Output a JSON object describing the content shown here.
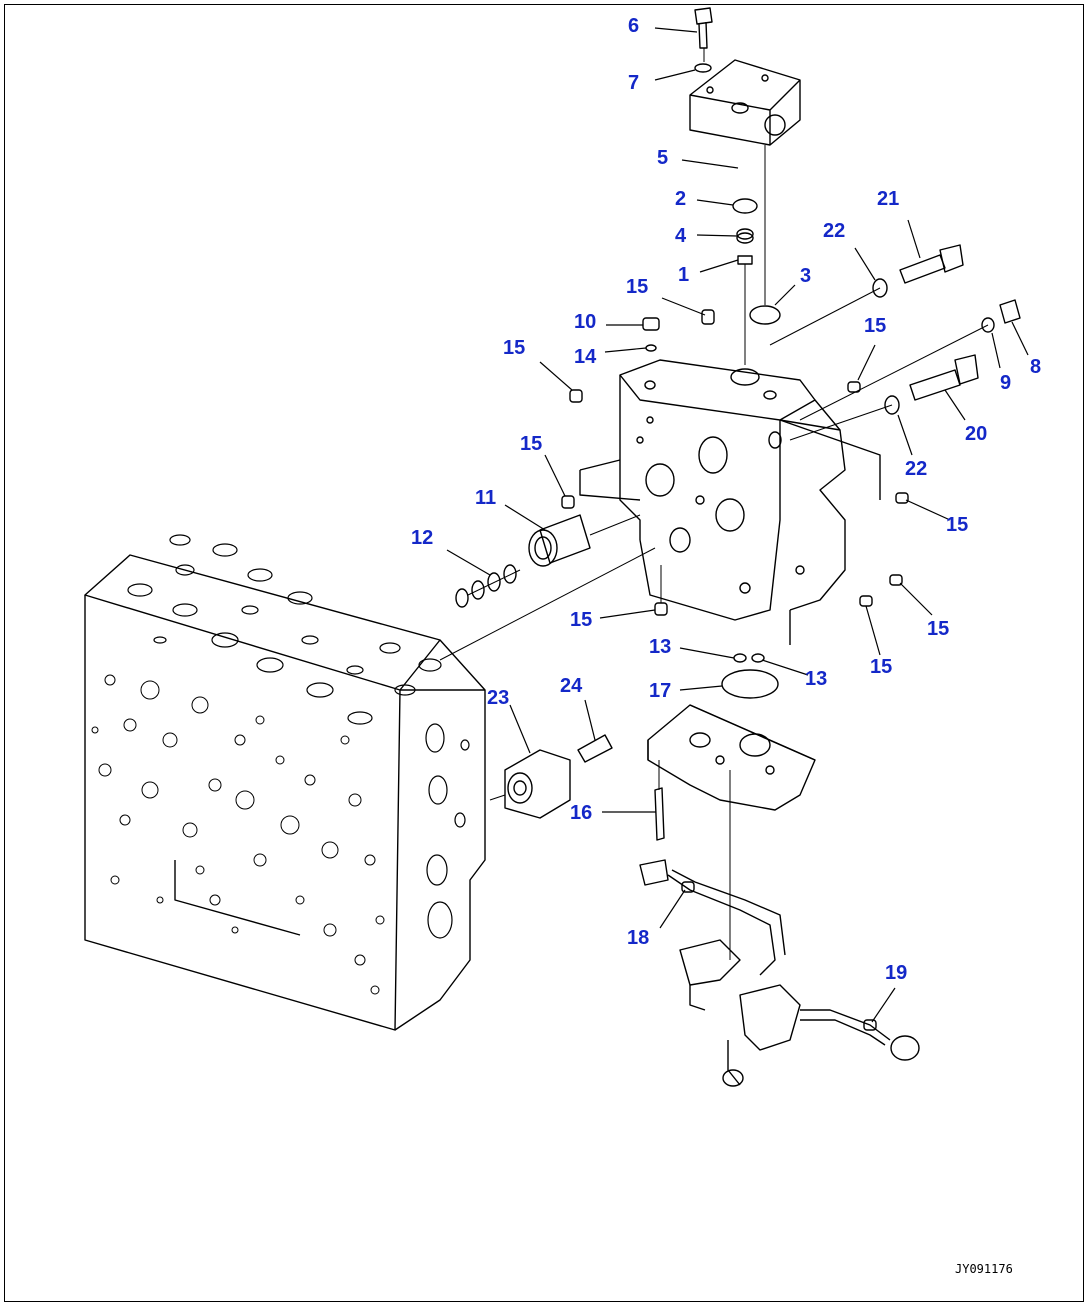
{
  "diagram": {
    "callouts": [
      {
        "id": "c6",
        "text": "6"
      },
      {
        "id": "c7",
        "text": "7"
      },
      {
        "id": "c5",
        "text": "5"
      },
      {
        "id": "c2",
        "text": "2"
      },
      {
        "id": "c4",
        "text": "4"
      },
      {
        "id": "c1",
        "text": "1"
      },
      {
        "id": "c3",
        "text": "3"
      },
      {
        "id": "c21",
        "text": "21"
      },
      {
        "id": "c22a",
        "text": "22"
      },
      {
        "id": "c15a",
        "text": "15"
      },
      {
        "id": "c10",
        "text": "10"
      },
      {
        "id": "c14",
        "text": "14"
      },
      {
        "id": "c15b",
        "text": "15"
      },
      {
        "id": "c15c",
        "text": "15"
      },
      {
        "id": "c8",
        "text": "8"
      },
      {
        "id": "c9",
        "text": "9"
      },
      {
        "id": "c20",
        "text": "20"
      },
      {
        "id": "c22b",
        "text": "22"
      },
      {
        "id": "c15d",
        "text": "15"
      },
      {
        "id": "c11",
        "text": "11"
      },
      {
        "id": "c12",
        "text": "12"
      },
      {
        "id": "c15e",
        "text": "15"
      },
      {
        "id": "c15f",
        "text": "15"
      },
      {
        "id": "c15g",
        "text": "15"
      },
      {
        "id": "c15h",
        "text": "15"
      },
      {
        "id": "c13a",
        "text": "13"
      },
      {
        "id": "c13b",
        "text": "13"
      },
      {
        "id": "c17",
        "text": "17"
      },
      {
        "id": "c23",
        "text": "23"
      },
      {
        "id": "c24",
        "text": "24"
      },
      {
        "id": "c16",
        "text": "16"
      },
      {
        "id": "c18",
        "text": "18"
      },
      {
        "id": "c19",
        "text": "19"
      }
    ],
    "drawing_code": "JY091176",
    "colors": {
      "callout": "#1428c8",
      "line": "#000000",
      "background": "#ffffff"
    }
  }
}
